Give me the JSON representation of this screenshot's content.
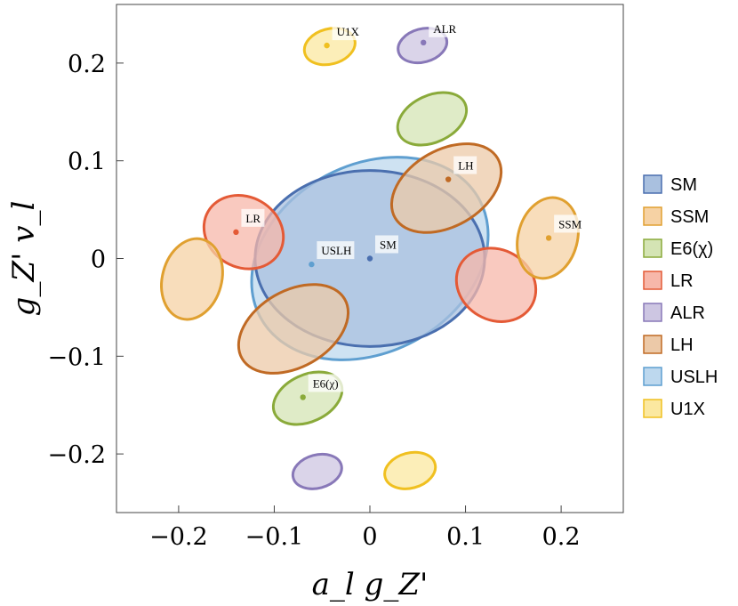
{
  "chart_data": {
    "type": "scatter",
    "title": "",
    "xlabel": "a_l g_Z'",
    "ylabel": "g_Z' v_l",
    "xlim": [
      -0.265,
      0.265
    ],
    "ylim": [
      -0.26,
      0.26
    ],
    "xticks": [
      -0.2,
      -0.1,
      0,
      0.1,
      0.2
    ],
    "yticks": [
      -0.2,
      -0.1,
      0,
      0.1,
      0.2
    ],
    "xtick_labels": [
      "−0.2",
      "−0.1",
      "0",
      "0.1",
      "0.2"
    ],
    "ytick_labels": [
      "−0.2",
      "−0.1",
      "0",
      "0.1",
      "0.2"
    ],
    "grid": false,
    "legend_position": "right",
    "series": [
      {
        "name": "SM",
        "color": "#4a6faf",
        "fill": "#a9c0df",
        "point": {
          "x": 0.0,
          "y": 0.0,
          "label": "SM"
        },
        "regions": [
          {
            "cx": 0.0,
            "cy": 0.0,
            "rx": 0.12,
            "ry": 0.09,
            "rot": 0
          }
        ]
      },
      {
        "name": "SSM",
        "color": "#e0a030",
        "fill": "#f6d2a4",
        "point": {
          "x": 0.187,
          "y": 0.021,
          "label": "SSM"
        },
        "regions": [
          {
            "cx": 0.186,
            "cy": 0.021,
            "rx": 0.031,
            "ry": 0.042,
            "rot": -15
          },
          {
            "cx": -0.186,
            "cy": -0.021,
            "rx": 0.031,
            "ry": 0.042,
            "rot": -15
          }
        ]
      },
      {
        "name": "E6(χ)",
        "color": "#8aaa3a",
        "fill": "#d4e4b4",
        "point": {
          "x": -0.07,
          "y": -0.142,
          "label": "E6(χ)"
        },
        "regions": [
          {
            "cx": -0.065,
            "cy": -0.143,
            "rx": 0.038,
            "ry": 0.024,
            "rot": 25
          },
          {
            "cx": 0.065,
            "cy": 0.143,
            "rx": 0.038,
            "ry": 0.024,
            "rot": 25
          }
        ]
      },
      {
        "name": "LR",
        "color": "#e45a36",
        "fill": "#f7b7aa",
        "point": {
          "x": -0.14,
          "y": 0.027,
          "label": "LR"
        },
        "regions": [
          {
            "cx": -0.132,
            "cy": 0.027,
            "rx": 0.043,
            "ry": 0.036,
            "rot": -30
          },
          {
            "cx": 0.132,
            "cy": -0.027,
            "rx": 0.043,
            "ry": 0.036,
            "rot": -30
          }
        ]
      },
      {
        "name": "ALR",
        "color": "#8878b8",
        "fill": "#cdc6e2",
        "point": {
          "x": 0.056,
          "y": 0.221,
          "label": "ALR"
        },
        "regions": [
          {
            "cx": 0.055,
            "cy": 0.218,
            "rx": 0.026,
            "ry": 0.017,
            "rot": 15
          },
          {
            "cx": -0.055,
            "cy": -0.218,
            "rx": 0.026,
            "ry": 0.017,
            "rot": 15
          }
        ]
      },
      {
        "name": "LH",
        "color": "#c06a24",
        "fill": "#ecc9a8",
        "point": {
          "x": 0.082,
          "y": 0.081,
          "label": "LH"
        },
        "regions": [
          {
            "cx": 0.08,
            "cy": 0.072,
            "rx": 0.062,
            "ry": 0.039,
            "rot": 30
          },
          {
            "cx": -0.08,
            "cy": -0.072,
            "rx": 0.062,
            "ry": 0.039,
            "rot": 30
          }
        ]
      },
      {
        "name": "USLH",
        "color": "#5f9fd0",
        "fill": "#bdd8ee",
        "point": {
          "x": -0.061,
          "y": -0.006,
          "label": "USLH"
        },
        "regions": [
          {
            "cx": 0.0,
            "cy": 0.0,
            "rx": 0.13,
            "ry": 0.096,
            "rot": 28
          }
        ]
      },
      {
        "name": "U1X",
        "color": "#f0c020",
        "fill": "#fbe8a0",
        "point": {
          "x": -0.045,
          "y": 0.218,
          "label": "U1X"
        },
        "regions": [
          {
            "cx": -0.042,
            "cy": 0.217,
            "rx": 0.027,
            "ry": 0.018,
            "rot": 15
          },
          {
            "cx": 0.042,
            "cy": -0.217,
            "rx": 0.027,
            "ry": 0.018,
            "rot": 15
          }
        ]
      }
    ]
  }
}
